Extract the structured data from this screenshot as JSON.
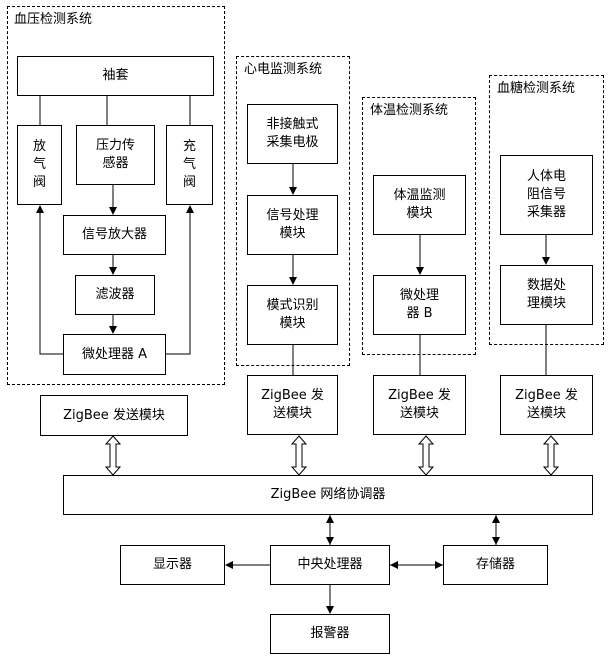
{
  "groups": {
    "bp": "血压检测系统",
    "ecg": "心电监测系统",
    "temp": "体温检测系统",
    "glucose": "血糖检测系统"
  },
  "bp": {
    "cuff": "袖套",
    "deflate": "放\n气\n阀",
    "pressure_sensor": "压力传\n感器",
    "inflate": "充\n气\n阀",
    "amplifier": "信号放大器",
    "filter": "滤波器",
    "mcu_a": "微处理器 A",
    "zigbee_tx": "ZigBee 发送模块"
  },
  "ecg": {
    "electrode": "非接触式\n采集电极",
    "signal_proc": "信号处理\n模块",
    "pattern_rec": "模式识别\n模块",
    "zigbee_tx": "ZigBee 发\n送模块"
  },
  "temp": {
    "monitor": "体温监测\n模块",
    "mcu_b": "微处理\n器 B",
    "zigbee_tx": "ZigBee 发\n送模块"
  },
  "glucose": {
    "collector": "人体电\n阻信号\n采集器",
    "data_proc": "数据处\n理模块",
    "zigbee_tx": "ZigBee 发\n送模块"
  },
  "network": {
    "coordinator": "ZigBee 网络协调器",
    "display": "显示器",
    "cpu": "中央处理器",
    "storage": "存储器",
    "alarm": "报警器"
  }
}
